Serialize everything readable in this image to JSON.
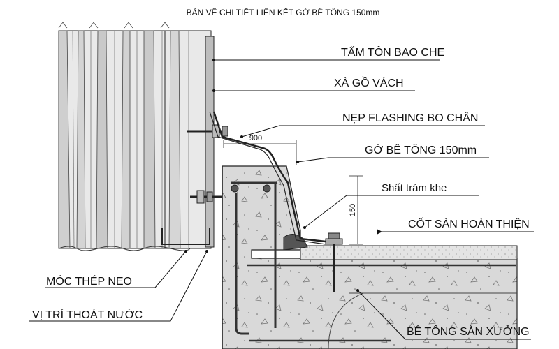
{
  "drawing": {
    "title": "BẢN VẼ CHI TIẾT LIÊN KẾT GỜ BÊ TÔNG 150mm",
    "labels": {
      "cladding_sheet": "TẤM TÔN BAO CHE",
      "wall_purlin": "XÀ GỒ VÁCH",
      "base_flashing": "NẸP FLASHING BO CHÂN",
      "concrete_curb": "GỜ BÊ TÔNG 150mm",
      "joint_sealant": "Shất trám khe",
      "finished_floor": "CỐT SÀN HOÀN THIỆN",
      "anchor_hook": "MÓC THÉP NEO",
      "drain_location": "VỊ TRÍ THOÁT NƯỚC",
      "floor_slab": "BÊ TÔNG SÀN XƯỞNG"
    },
    "dimensions": {
      "horizontal": "900",
      "vertical": "150"
    }
  }
}
